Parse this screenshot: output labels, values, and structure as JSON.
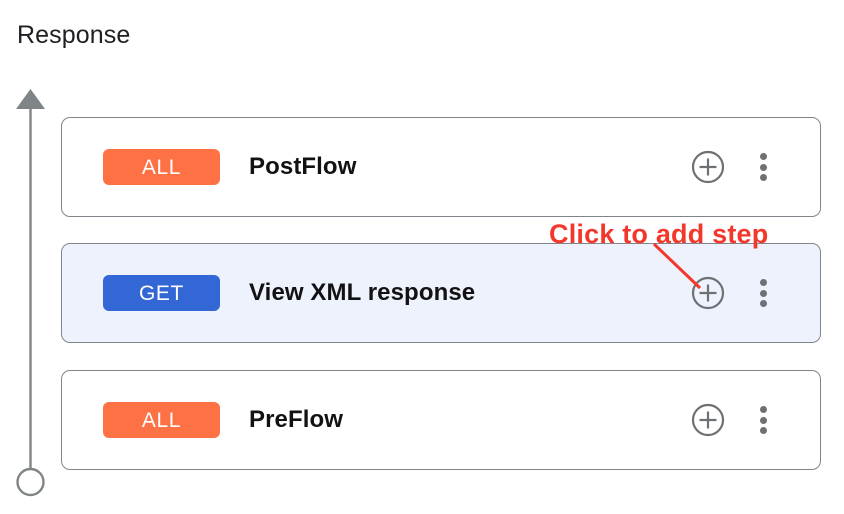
{
  "panel": {
    "title": "Response"
  },
  "flow_rail": {
    "direction_icon": "up-arrow",
    "endpoint_icon": "circle-endpoint"
  },
  "colors": {
    "badge_all": "#fd7145",
    "badge_get": "#3367d6",
    "row_border": "#80868b",
    "row_selected_bg": "#eef2fc",
    "icon_gray": "#6e7174",
    "annotation_red": "#f4372b"
  },
  "steps": [
    {
      "method": "ALL",
      "method_color": "#fd7145",
      "name": "PostFlow",
      "selected": false,
      "add_label": "add-step",
      "menu_label": "more-options"
    },
    {
      "method": "GET",
      "method_color": "#3367d6",
      "name": "View XML response",
      "selected": true,
      "add_label": "add-step",
      "menu_label": "more-options"
    },
    {
      "method": "ALL",
      "method_color": "#fd7145",
      "name": "PreFlow",
      "selected": false,
      "add_label": "add-step",
      "menu_label": "more-options"
    }
  ],
  "annotation": {
    "text": "Click to add step",
    "color": "#f4372b",
    "points_to": "add-step-button-row-2"
  }
}
